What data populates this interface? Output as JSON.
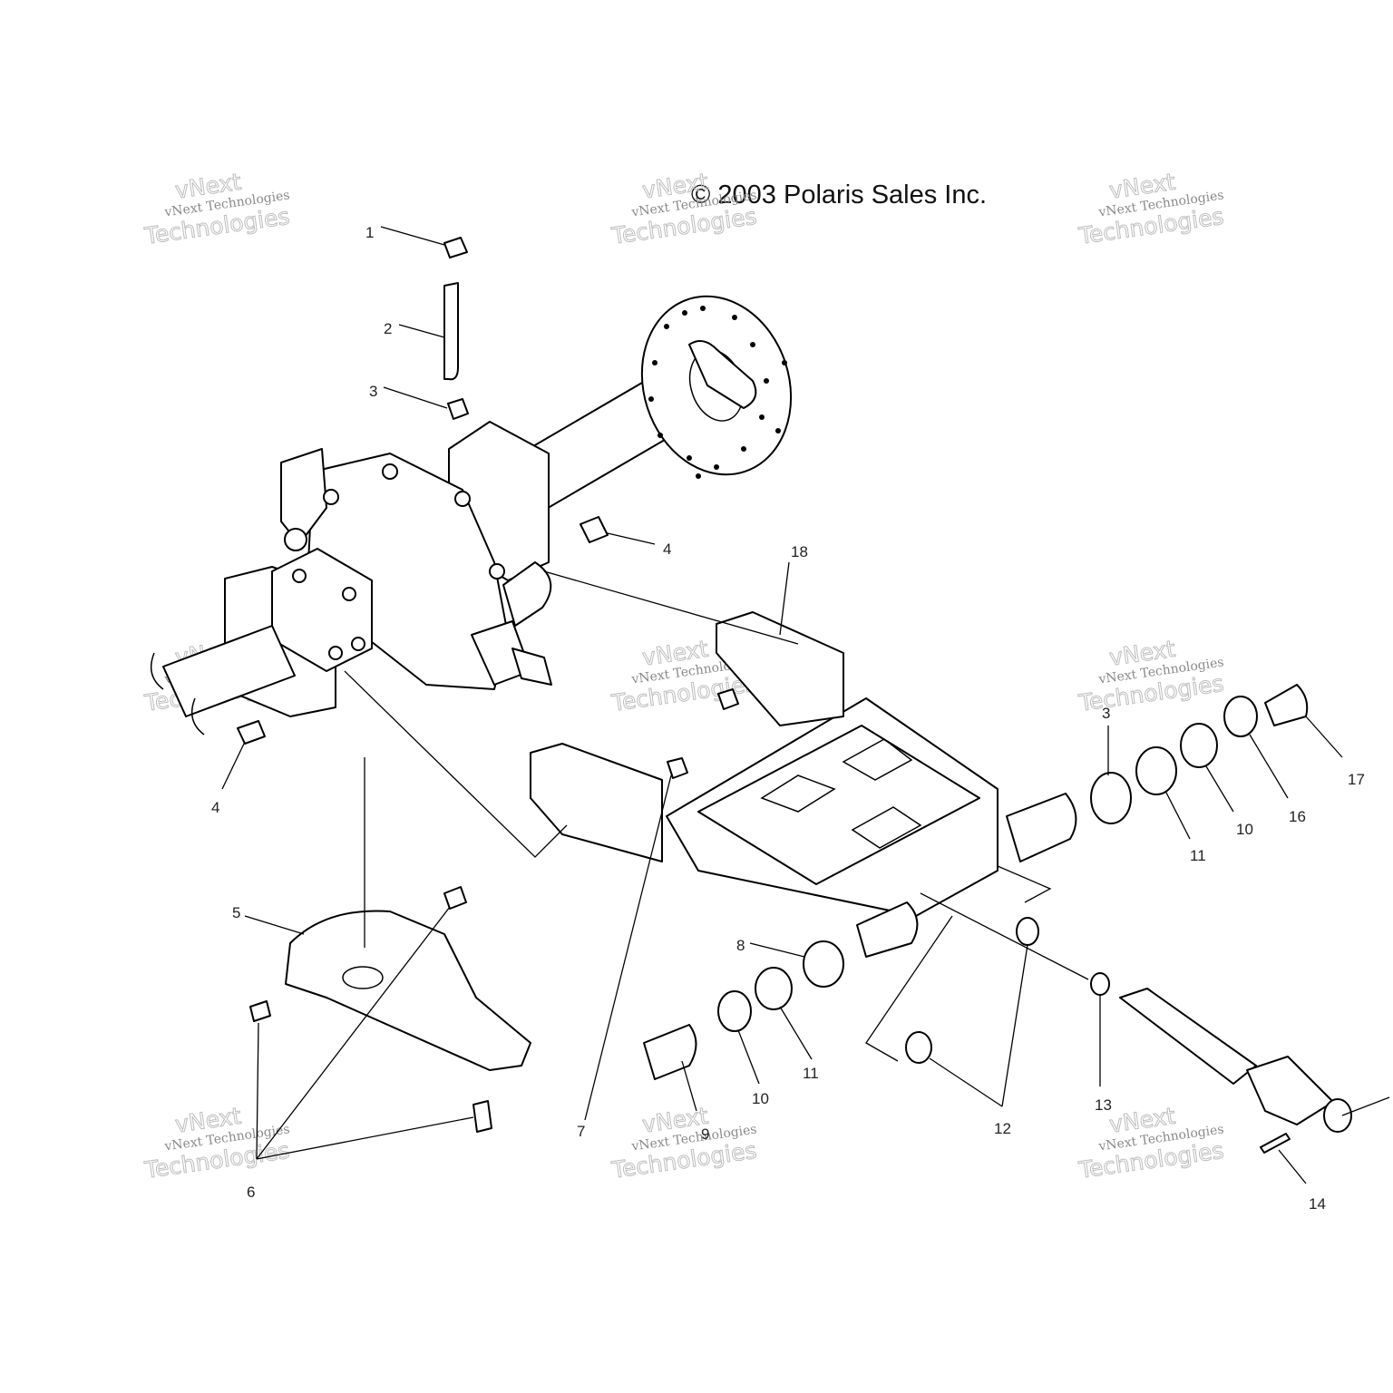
{
  "copyright": "© 2003 Polaris Sales Inc.",
  "watermark": {
    "line1": "vNext Technologies",
    "line2": "vNext",
    "line3": "Technologies"
  },
  "callouts": [
    "1",
    "2",
    "3",
    "4",
    "4",
    "18",
    "3",
    "17",
    "16",
    "10",
    "11",
    "5",
    "8",
    "7",
    "9",
    "10",
    "11",
    "12",
    "13",
    "6",
    "14"
  ],
  "colors": {
    "line": "#000000",
    "watermark": "#9a9a9a",
    "background": "#ffffff"
  }
}
